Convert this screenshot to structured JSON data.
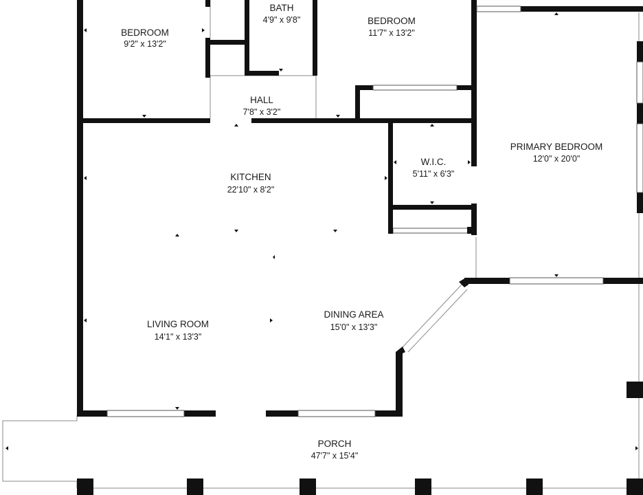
{
  "rooms": {
    "bedroom_left": {
      "name": "BEDROOM",
      "dims": "9'2\" x 13'2\""
    },
    "bath": {
      "name": "BATH",
      "dims": "4'9\" x 9'8\""
    },
    "bedroom_center": {
      "name": "BEDROOM",
      "dims": "11'7\" x 13'2\""
    },
    "hall": {
      "name": "HALL",
      "dims": "7'8\" x 3'2\""
    },
    "kitchen": {
      "name": "KITCHEN",
      "dims": "22'10\" x 8'2\""
    },
    "wic": {
      "name": "W.I.C.",
      "dims": "5'11\" x 6'3\""
    },
    "primary_bedroom": {
      "name": "PRIMARY BEDROOM",
      "dims": "12'0\" x 20'0\""
    },
    "living_room": {
      "name": "LIVING ROOM",
      "dims": "14'1\" x 13'3\""
    },
    "dining_area": {
      "name": "DINING AREA",
      "dims": "15'0\" x 13'3\""
    },
    "porch": {
      "name": "PORCH",
      "dims": "47'7\" x 15'4\""
    }
  }
}
